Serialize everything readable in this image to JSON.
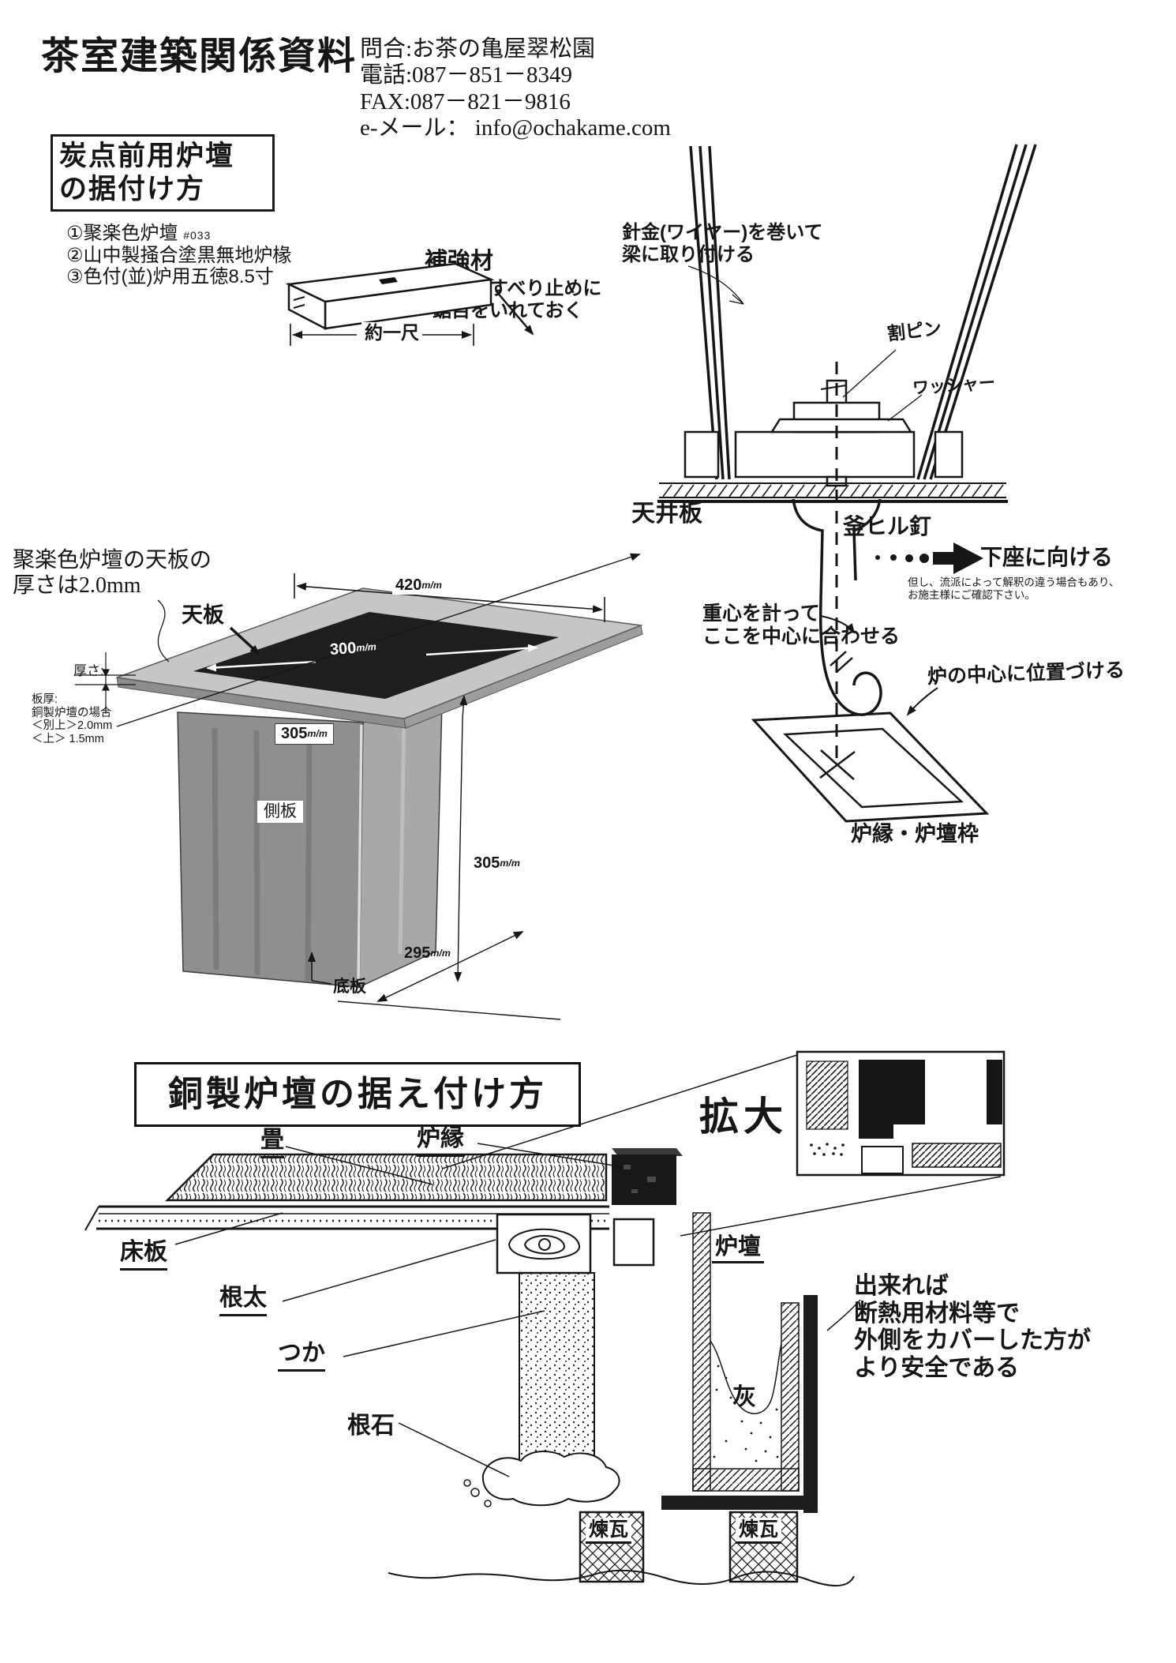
{
  "page": {
    "title": "茶室建築関係資料",
    "contact": {
      "inquiry": "問合:お茶の亀屋翠松園",
      "phone": "電話:087－851－8349",
      "fax": "FAX:087－821－9816",
      "email_label": "e-メール：",
      "email": "info@ochakame.com"
    }
  },
  "section1": {
    "box_title_line1": "炭点前用炉壇",
    "box_title_line2": "の据付け方",
    "items": [
      {
        "text": "①聚楽色炉壇",
        "note": "#033"
      },
      {
        "text": "②山中製掻合塗黒無地炉椽",
        "note": ""
      },
      {
        "text": "③色付(並)炉用五徳8.5寸",
        "note": ""
      }
    ],
    "reinforcement": {
      "title": "補強材",
      "line1": "針金のすべり止めに",
      "line2": "鋸目をいれておく",
      "dim": "約一尺"
    },
    "hanging": {
      "wire_note_line1": "針金(ワイヤー)を巻いて",
      "wire_note_line2": "梁に取り付ける",
      "split_pin": "割ピン",
      "washer": "ワッシャー",
      "ceiling_board": "天井板",
      "kettle_hook_nail": "釜ヒル釘",
      "face_lower_seat": "下座に向ける",
      "caveat_line1": "但し、流派によって解釈の違う場合もあり、",
      "caveat_line2": "お施主様にご確認下さい。",
      "center_line1": "重心を計って",
      "center_line2": "ここを中心に合わせる",
      "position_note": "炉の中心に位置づける",
      "frame_label": "炉縁・炉壇枠"
    },
    "rodan": {
      "note_line1": "聚楽色炉壇の天板の",
      "note_line2": "厚さは2.0mm",
      "top_plate": "天板",
      "thickness_label": "厚さ:",
      "plate_thickness_lines": [
        "板厚:",
        "銅製炉壇の場合",
        "＜別上＞2.0mm",
        "＜上＞ 1.5mm"
      ],
      "dims": {
        "width_outer": {
          "v": "420",
          "u": "m/m"
        },
        "width_inner": {
          "v": "300",
          "u": "m/m"
        },
        "width_front": {
          "v": "305",
          "u": "m/m"
        },
        "height": {
          "v": "305",
          "u": "m/m"
        },
        "depth": {
          "v": "295",
          "u": "m/m"
        }
      },
      "side_plate": "側板",
      "bottom_plate": "底板"
    }
  },
  "section2": {
    "title": "銅製炉壇の据え付け方",
    "enlarge": "拡大",
    "labels": {
      "tatami": "畳",
      "robuchi": "炉縁",
      "floor_board": "床板",
      "joist": "根太",
      "post": "つか",
      "foundation_stone": "根石",
      "rodan": "炉壇",
      "ash": "灰",
      "brick": "煉瓦"
    },
    "safety_note": [
      "出来れば",
      "断熱用材料等で",
      "外側をカバーした方が",
      "より安全である"
    ]
  }
}
